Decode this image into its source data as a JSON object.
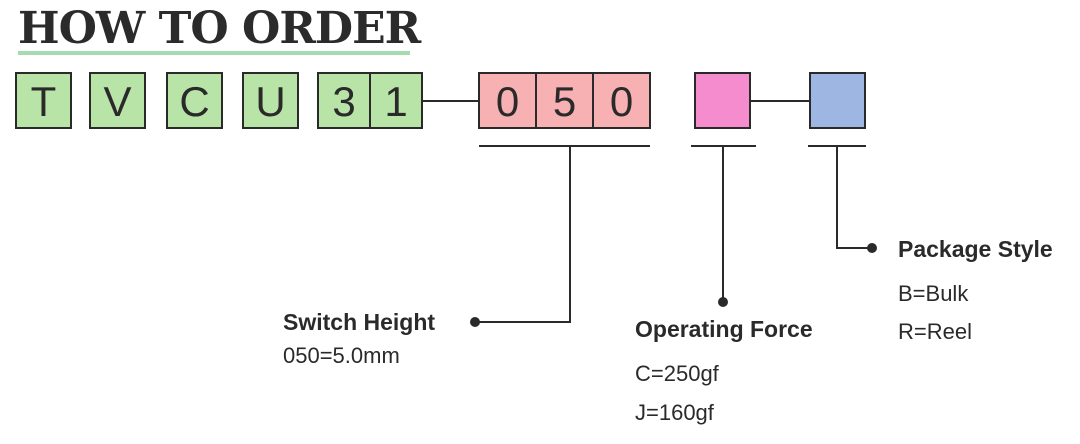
{
  "title": "HOW TO ORDER",
  "colors": {
    "title_underline": "#a6dbb0",
    "series_fill": "#b8e4a8",
    "height_fill": "#f7b1b3",
    "force_fill": "#f58ccd",
    "package_fill": "#9db7e2",
    "line": "#2a2a2a"
  },
  "part_number": {
    "series": [
      "T",
      "V",
      "C",
      "U",
      "3",
      "1"
    ],
    "height": [
      "0",
      "5",
      "0"
    ]
  },
  "switch_height": {
    "label": "Switch Height",
    "options": [
      "050=5.0mm"
    ]
  },
  "operating_force": {
    "label": "Operating Force",
    "options": [
      "C=250gf",
      "J=160gf"
    ]
  },
  "package_style": {
    "label": "Package Style",
    "options": [
      "B=Bulk",
      "R=Reel"
    ]
  }
}
